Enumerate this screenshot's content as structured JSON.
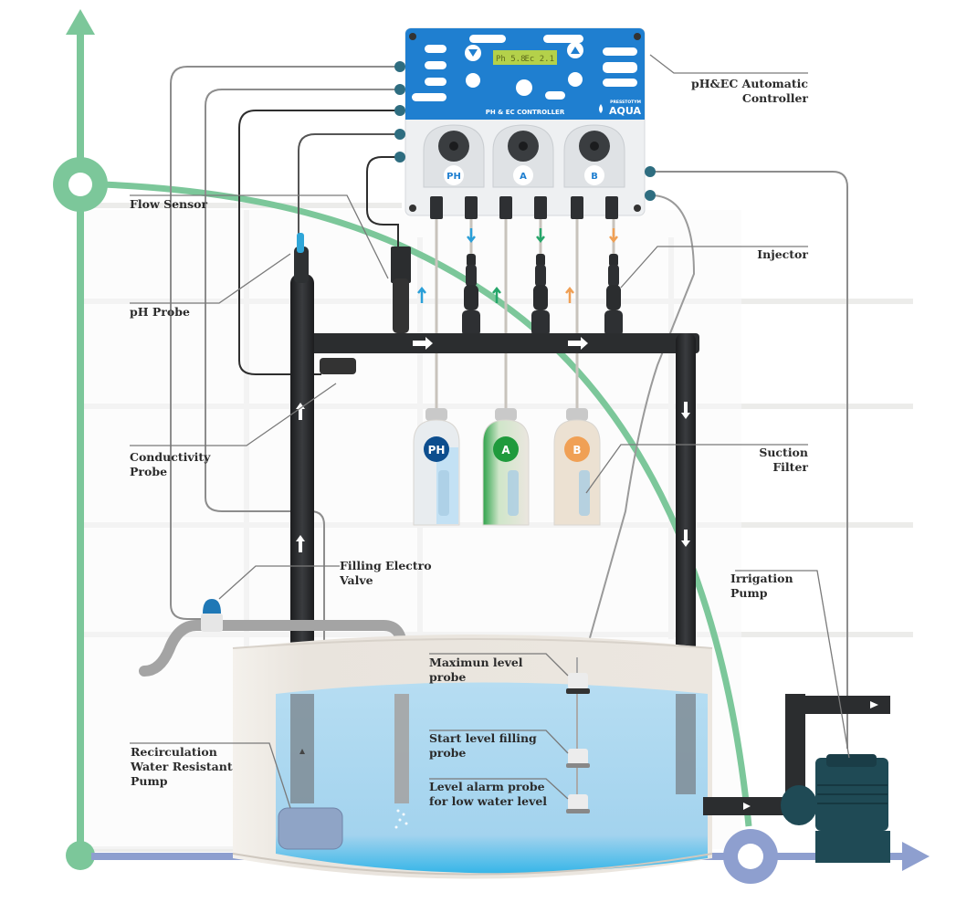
{
  "diagram": {
    "title_implied": "pH & EC automatic fertigation system",
    "controller": {
      "panel_title": "PH & EC CONTROLLER",
      "brand_small": "PRESSTOTYM",
      "brand": "AQUA",
      "lcd_left": "Ph 5.8",
      "lcd_right": "Ec 2.1",
      "panel_color": "#1f7fd0",
      "pump_heads": [
        {
          "id": "ph",
          "label": "PH",
          "color": "#1f7fd0"
        },
        {
          "id": "a",
          "label": "A",
          "color": "#1f7fd0"
        },
        {
          "id": "b",
          "label": "B",
          "color": "#1f7fd0"
        }
      ]
    },
    "bottles": [
      {
        "id": "ph",
        "label": "PH",
        "badge_color": "#0d4e8e",
        "tint": "#cfe6f7"
      },
      {
        "id": "a",
        "label": "A",
        "badge_color": "#1f9a3c",
        "tint": "#2fa34a"
      },
      {
        "id": "b",
        "label": "B",
        "badge_color": "#f0a055",
        "tint": "#efe3d2"
      }
    ],
    "labels": {
      "controller": [
        "pH&EC Automatic",
        "Controller"
      ],
      "flow_sensor": [
        "Flow Sensor"
      ],
      "ph_probe": [
        "pH Probe"
      ],
      "injector": [
        "Injector"
      ],
      "conductivity_probe": [
        "Conductivity",
        "Probe"
      ],
      "suction_filter": [
        "Suction",
        "Filter"
      ],
      "filling_valve": [
        "Filling Electro",
        "Valve"
      ],
      "irrigation_pump": [
        "Irrigation",
        "Pump"
      ],
      "max_level_probe": [
        "Maximun level",
        "probe"
      ],
      "start_level_probe": [
        "Start level filling",
        "probe"
      ],
      "alarm_level_probe": [
        "Level alarm probe",
        "for low water level"
      ],
      "recirculation_pump": [
        "Recirculation",
        "Water Resistant",
        "Pump"
      ]
    },
    "colors": {
      "axis_green": "#7cc79a",
      "axis_blue": "#8e9fcf",
      "pipe_black": "#2b2d2f",
      "water": "#a9d8f0",
      "water_deep": "#2fb3e6",
      "tank": "#efebe6",
      "pump_teal": "#1f4a55",
      "arrow_blue": "#2a9fd8",
      "arrow_green": "#26a66a",
      "arrow_orange": "#f0a055"
    }
  }
}
